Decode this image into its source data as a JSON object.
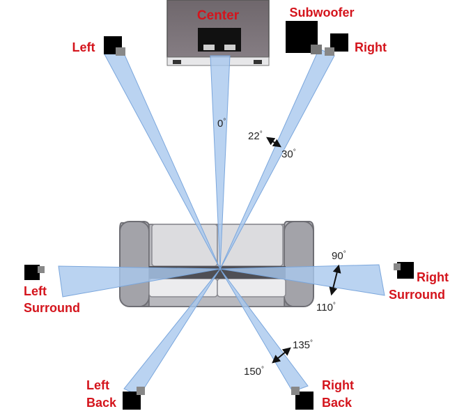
{
  "colors": {
    "beam_fill": "#a9c8ee",
    "beam_stroke": "#7aa6dc",
    "label": "#d4141c",
    "speaker": "#000000",
    "tv_body": "#7c7479",
    "sofa": "#9b9ba1"
  },
  "tv": {
    "label": "Center"
  },
  "speakers": {
    "subwoofer": "Subwoofer",
    "left": "Left",
    "right": "Right",
    "left_surround_1": "Left",
    "left_surround_2": "Surround",
    "right_surround_1": "Right",
    "right_surround_2": "Surround",
    "left_back_1": "Left",
    "left_back_2": "Back",
    "right_back_1": "Right",
    "right_back_2": "Back"
  },
  "angles": {
    "center": "0",
    "front_min": "22",
    "front_max": "30",
    "surround_min": "90",
    "surround_max": "110",
    "back_min": "135",
    "back_max": "150",
    "unit": "°"
  }
}
